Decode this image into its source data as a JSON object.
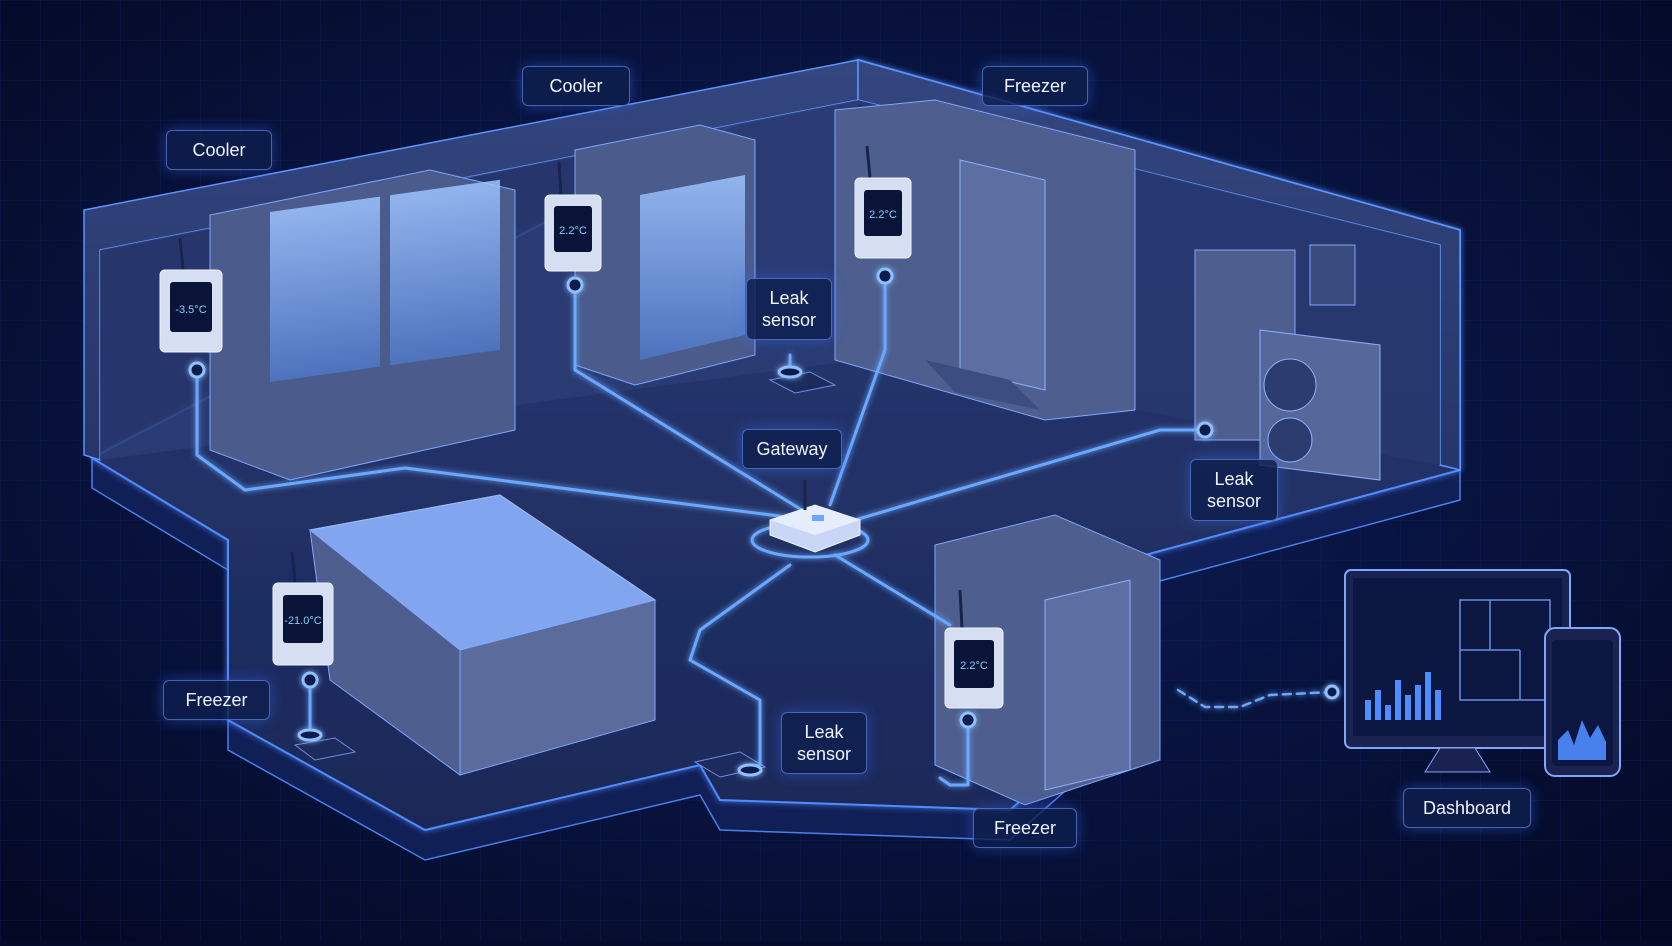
{
  "colors": {
    "background": "#050b2a",
    "glow": "#4f8cff",
    "floor": "#1b2b60",
    "wall": "#2a3b72",
    "display": "#0a1438",
    "display_text": "#7fd0ff"
  },
  "labels": {
    "cooler_left": "Cooler",
    "cooler_center": "Cooler",
    "freezer_top": "Freezer",
    "leak_sensor_center_1": "Leak",
    "leak_sensor_center_2": "sensor",
    "gateway": "Gateway",
    "leak_sensor_right_1": "Leak",
    "leak_sensor_right_2": "sensor",
    "freezer_left": "Freezer",
    "leak_sensor_bottom_1": "Leak",
    "leak_sensor_bottom_2": "sensor",
    "freezer_bottom": "Freezer",
    "dashboard": "Dashboard"
  },
  "sensor_readings": {
    "cooler_left": "-3.5°C",
    "cooler_center": "2.2°C",
    "freezer_top": "2.2°C",
    "freezer_left": "-21.0°C",
    "freezer_bottom": "2.2°C"
  }
}
